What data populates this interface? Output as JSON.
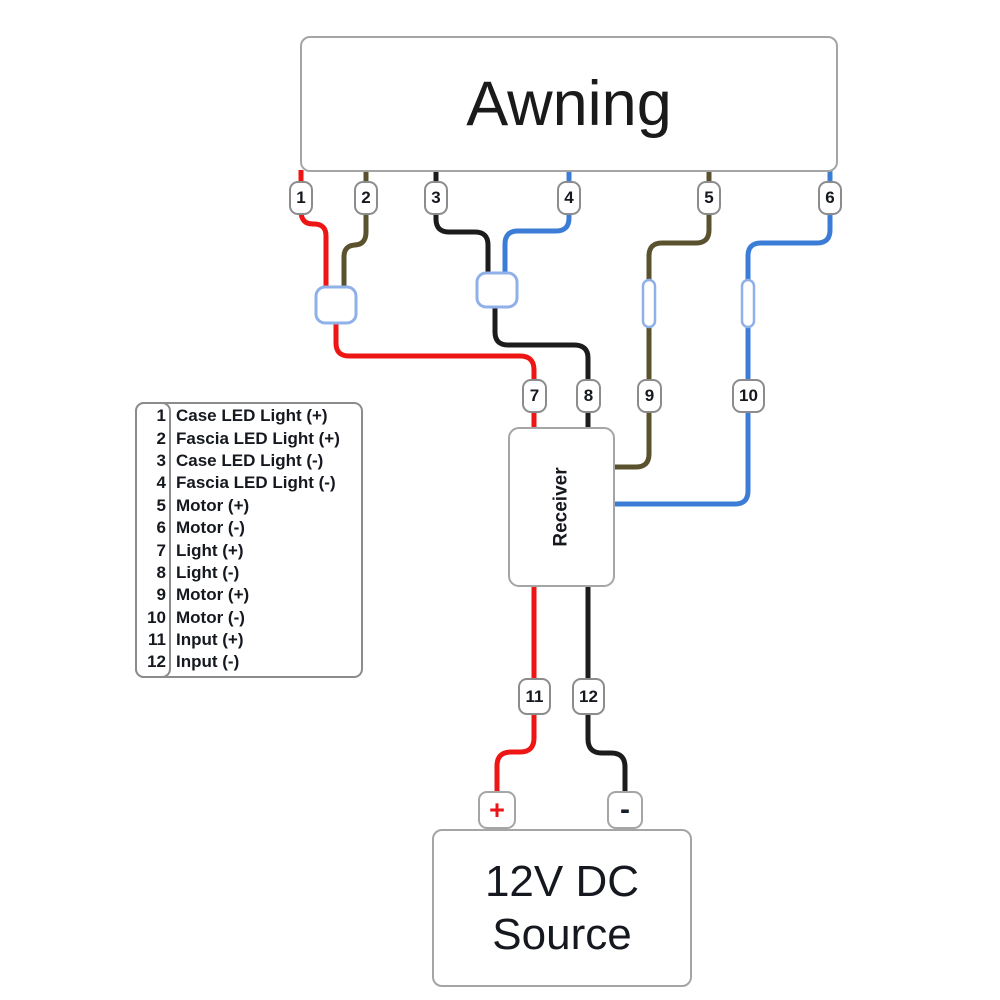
{
  "diagram": {
    "awning_label": "Awning",
    "receiver_label": "Receiver",
    "source_label_line1": "12V DC",
    "source_label_line2": "Source",
    "positive_label": "+",
    "negative_label": "-"
  },
  "terminals": [
    "1",
    "2",
    "3",
    "4",
    "5",
    "6",
    "7",
    "8",
    "9",
    "10",
    "11",
    "12"
  ],
  "legend": {
    "rows": [
      {
        "num": "1",
        "label": "Case LED Light (+)"
      },
      {
        "num": "2",
        "label": "Fascia LED Light (+)"
      },
      {
        "num": "3",
        "label": "Case LED Light (-)"
      },
      {
        "num": "4",
        "label": "Fascia LED Light (-)"
      },
      {
        "num": "5",
        "label": "Motor (+)"
      },
      {
        "num": "6",
        "label": "Motor (-)"
      },
      {
        "num": "7",
        "label": "Light (+)"
      },
      {
        "num": "8",
        "label": "Light (-)"
      },
      {
        "num": "9",
        "label": "Motor (+)"
      },
      {
        "num": "10",
        "label": "Motor (-)"
      },
      {
        "num": "11",
        "label": "Input (+)"
      },
      {
        "num": "12",
        "label": "Input (-)"
      }
    ]
  },
  "colors": {
    "wire_red": "#ee1515",
    "wire_black": "#1c1c1c",
    "wire_olive": "#5a522e",
    "wire_blue": "#3a7cd6",
    "connector_blue": "#8fb0e8",
    "positive": "#e8151a",
    "negative": "#16202c",
    "box_border": "#a5a5a5",
    "pill_border": "#8c8c8c",
    "text": "#15191f"
  }
}
